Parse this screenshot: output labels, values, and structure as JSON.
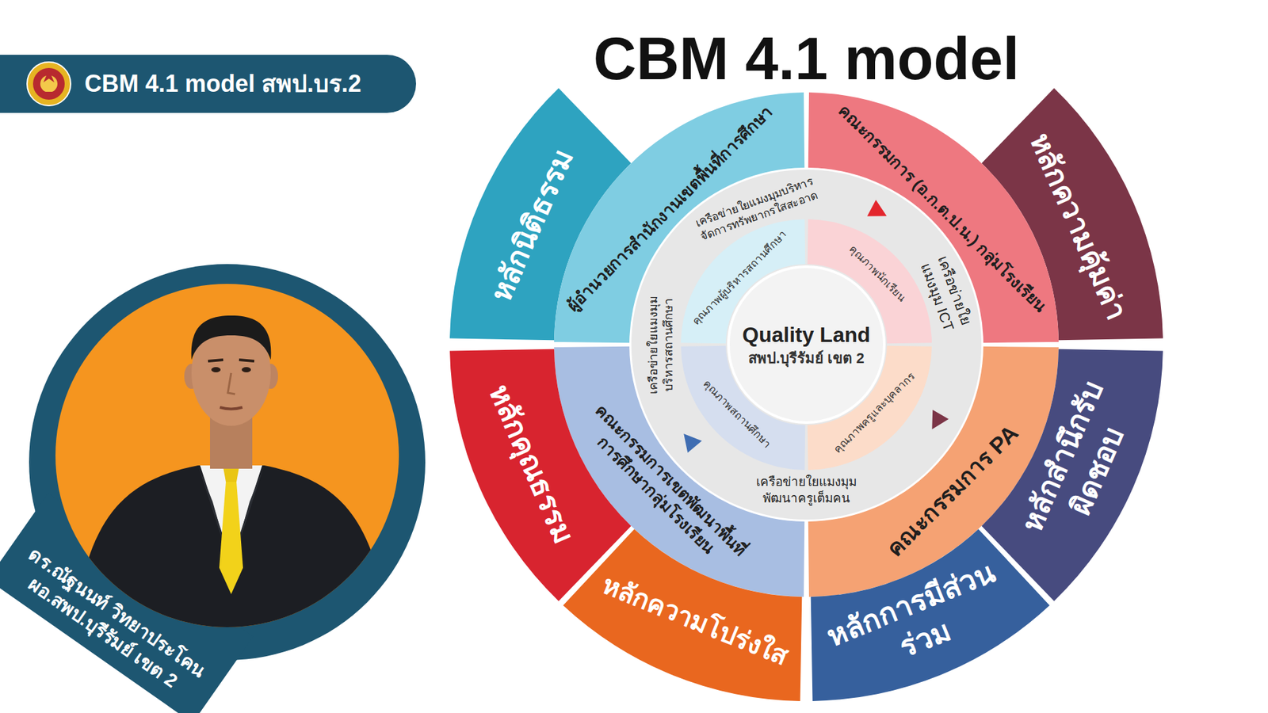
{
  "diagram": {
    "title": "CBM 4.1 model",
    "nodes": [
      {
        "text": [
          "CBM 4.1 model สพป.บร.2"
        ]
      },
      {
        "text": [
          "ดร.ณัฐนนท์ วิทยาประโคน ผอ.สพป.บุรีรัมย์ เขต 2"
        ]
      },
      {
        "text": [
          "หลักนิติธรรม"
        ]
      },
      {
        "text": [
          "หลักความคุ้มค่า"
        ]
      },
      {
        "text": [
          "ผู้อำนวยการสำนักงานเขตพื้นที่การศึกษา"
        ]
      },
      {
        "text": [
          "คณะกรรมการ (อ.ก.ต.ป.น.) กลุ่มโรงเรียน"
        ]
      },
      {
        "text": [
          "เครือข่ายใยแมงมุมบริหารจัดการทรัพยากรใสสะอาด",
          "เครือข่ายใยแมงมุม ICT",
          "เครือข่ายใยแมงมุมพัฒนาครูเต็มคน",
          "เครือข่ายใยแมงมุมบริหารสถานศึกษา"
        ]
      },
      {
        "text": [
          "คุณภาพผู้บริหารสถานศึกษา"
        ],
        "in": 6
      },
      {
        "text": [
          "คุณภาพนักเรียน"
        ],
        "in": 6
      },
      {
        "text": [
          "Quality Land",
          "สพป.บุรีรัมย์ เขต 2"
        ],
        "in": 6
      },
      {
        "text": [
          "คุณภาพสถานศึกษา"
        ],
        "in": 6
      },
      {
        "text": [
          "คุณภาพครูและบุคลากร"
        ],
        "in": 6
      },
      {
        "text": [
          "คณะกรรมการเขตพัฒนาพื้นที่การศึกษากลุ่มโรงเรียน"
        ]
      },
      {
        "text": [
          "คณะกรรมการ PA"
        ]
      },
      {
        "text": [
          "หลักคุณธรรม"
        ]
      },
      {
        "text": [
          "หลักสำนึกรับผิดชอบ"
        ]
      },
      {
        "text": [
          "หลักความโปร่งใส"
        ]
      },
      {
        "text": [
          "หลักการมีส่วนร่วม"
        ]
      }
    ]
  }
}
